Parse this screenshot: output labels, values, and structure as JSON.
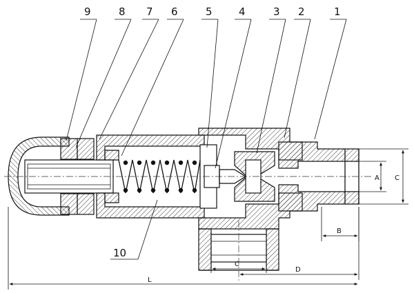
{
  "callouts": [
    "9",
    "8",
    "7",
    "6",
    "5",
    "4",
    "3",
    "2",
    "1"
  ],
  "callout_bottom": "10",
  "dimensions": {
    "A": "A",
    "B": "B",
    "C_right": "C",
    "C_bottom": "C",
    "D": "D",
    "L": "L"
  }
}
